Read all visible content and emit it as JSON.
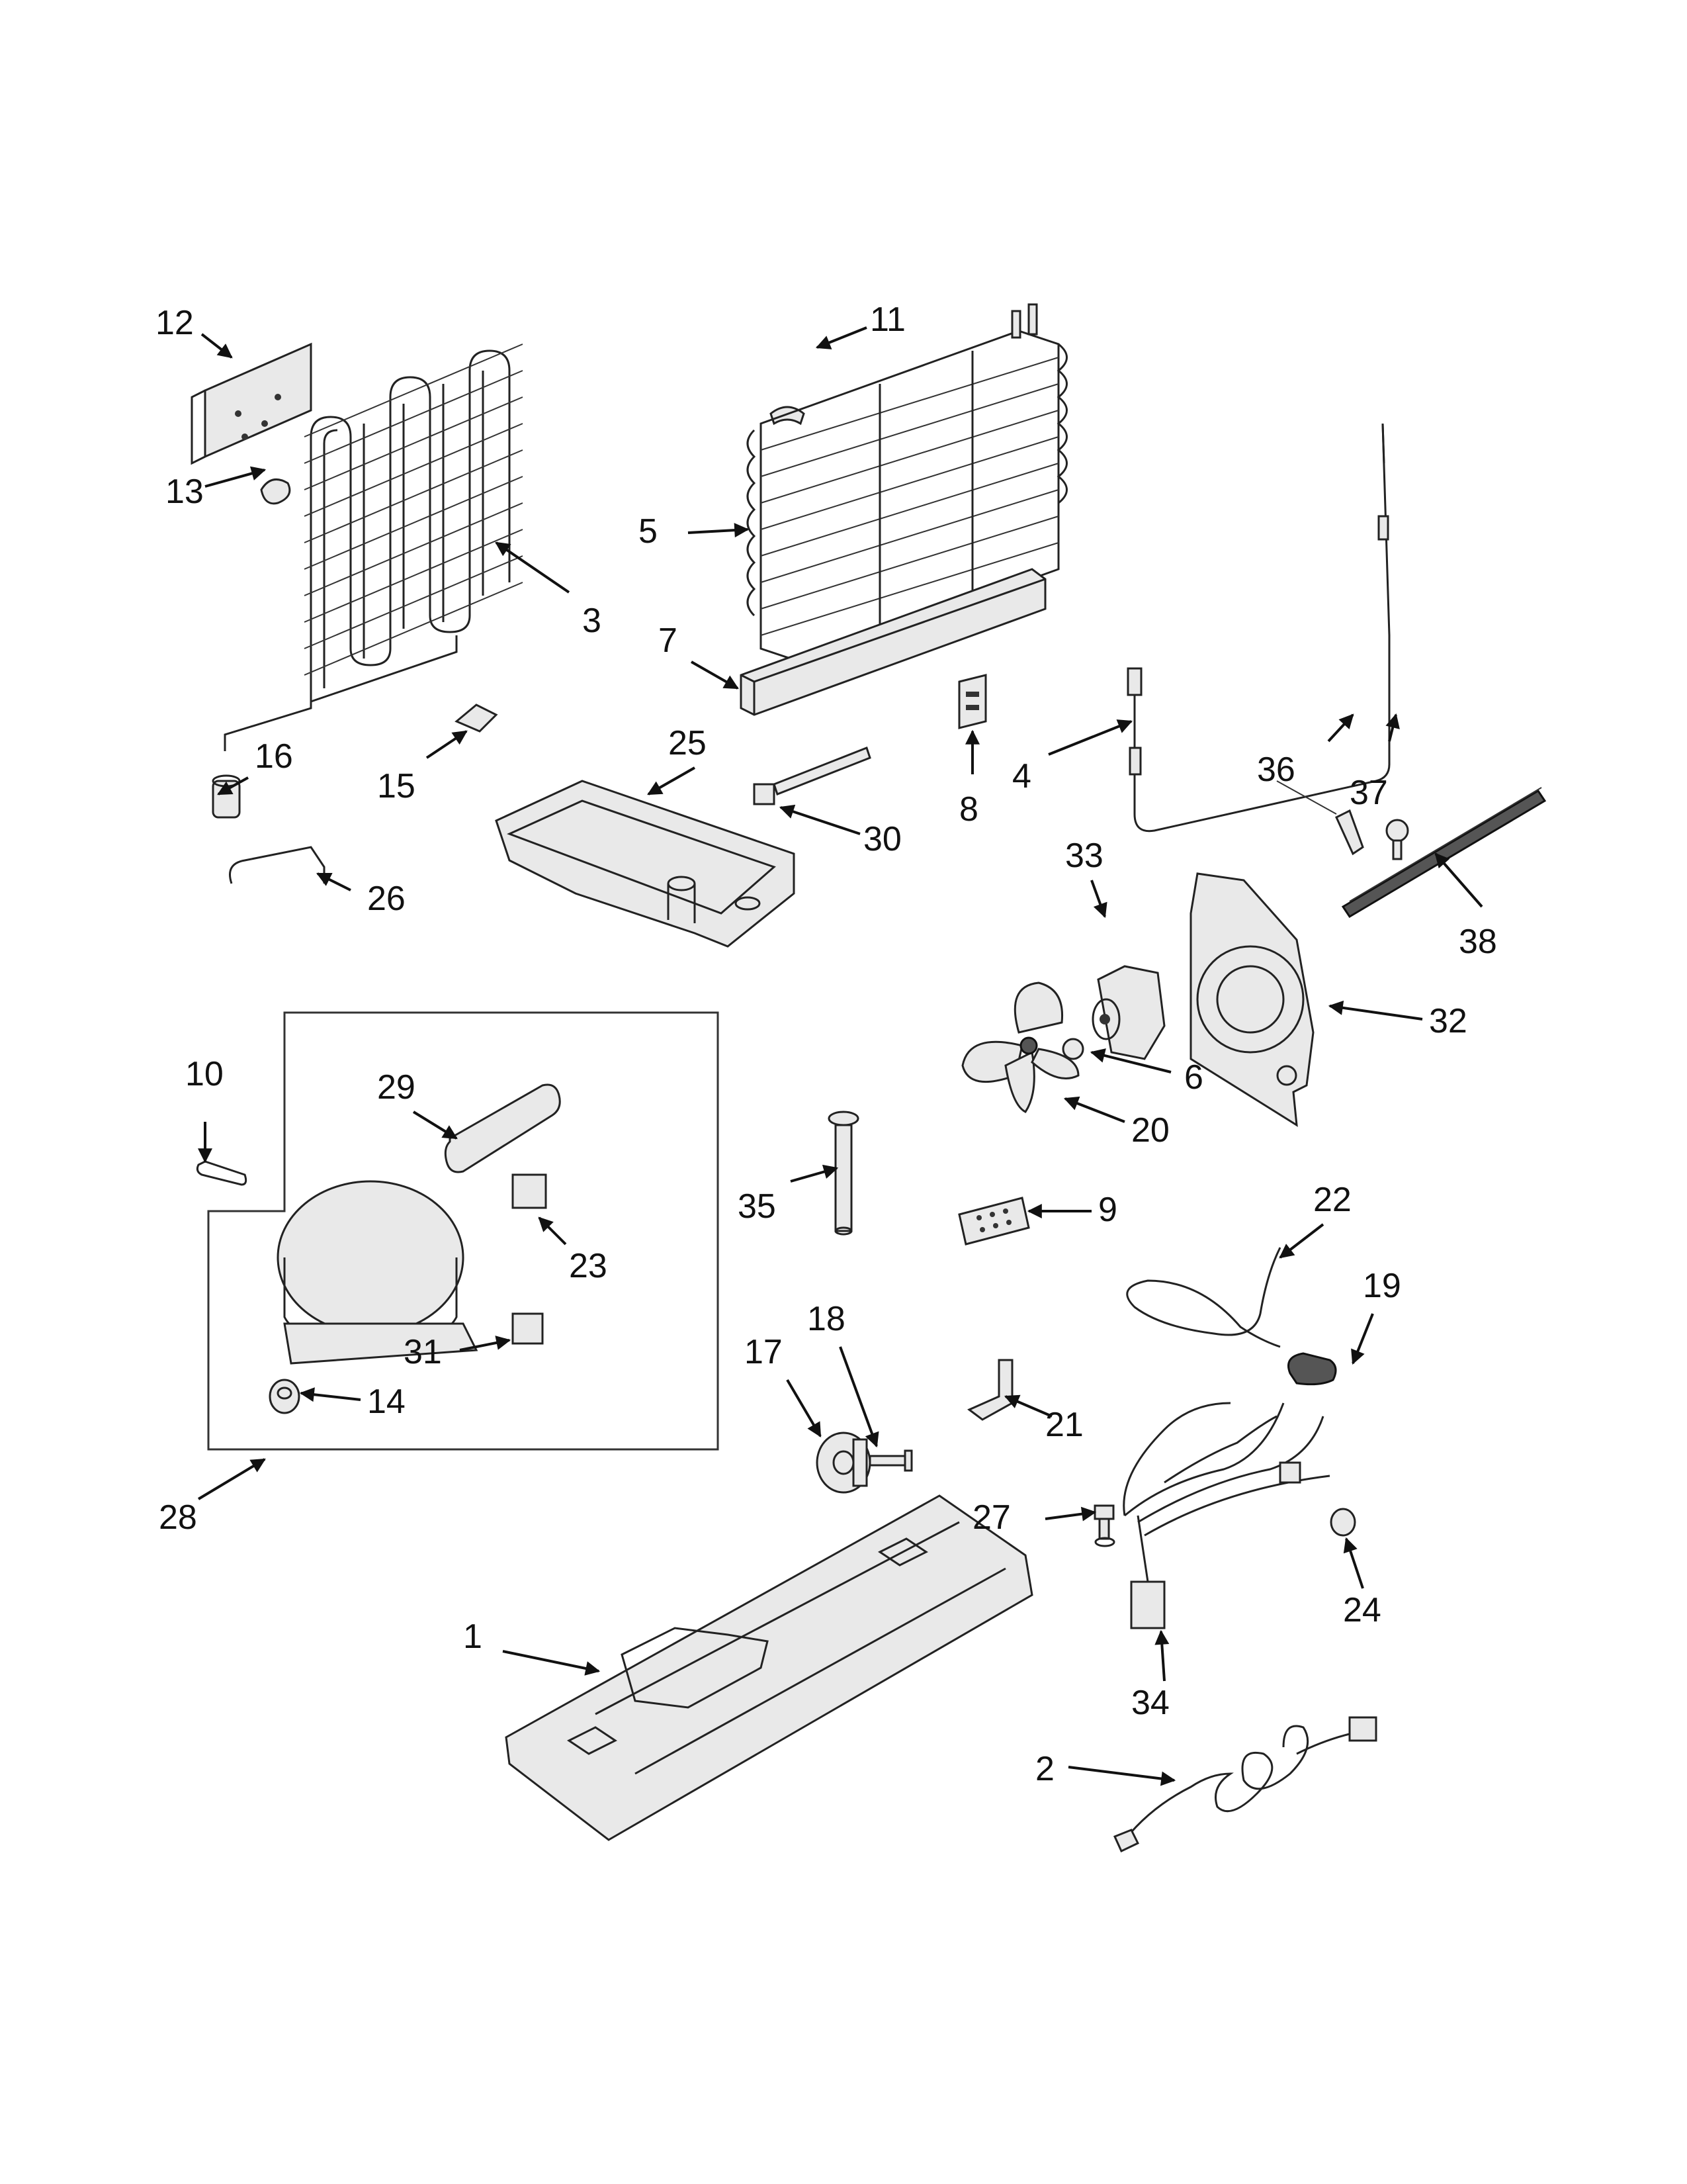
{
  "diagram": {
    "type": "exploded parts diagram",
    "callouts": [
      "1",
      "2",
      "3",
      "4",
      "5",
      "6",
      "7",
      "8",
      "9",
      "10",
      "11",
      "12",
      "13",
      "14",
      "15",
      "16",
      "17",
      "18",
      "19",
      "20",
      "21",
      "22",
      "23",
      "24",
      "25",
      "26",
      "27",
      "28",
      "29",
      "30",
      "31",
      "32",
      "33",
      "34",
      "35",
      "36",
      "37",
      "38"
    ]
  }
}
